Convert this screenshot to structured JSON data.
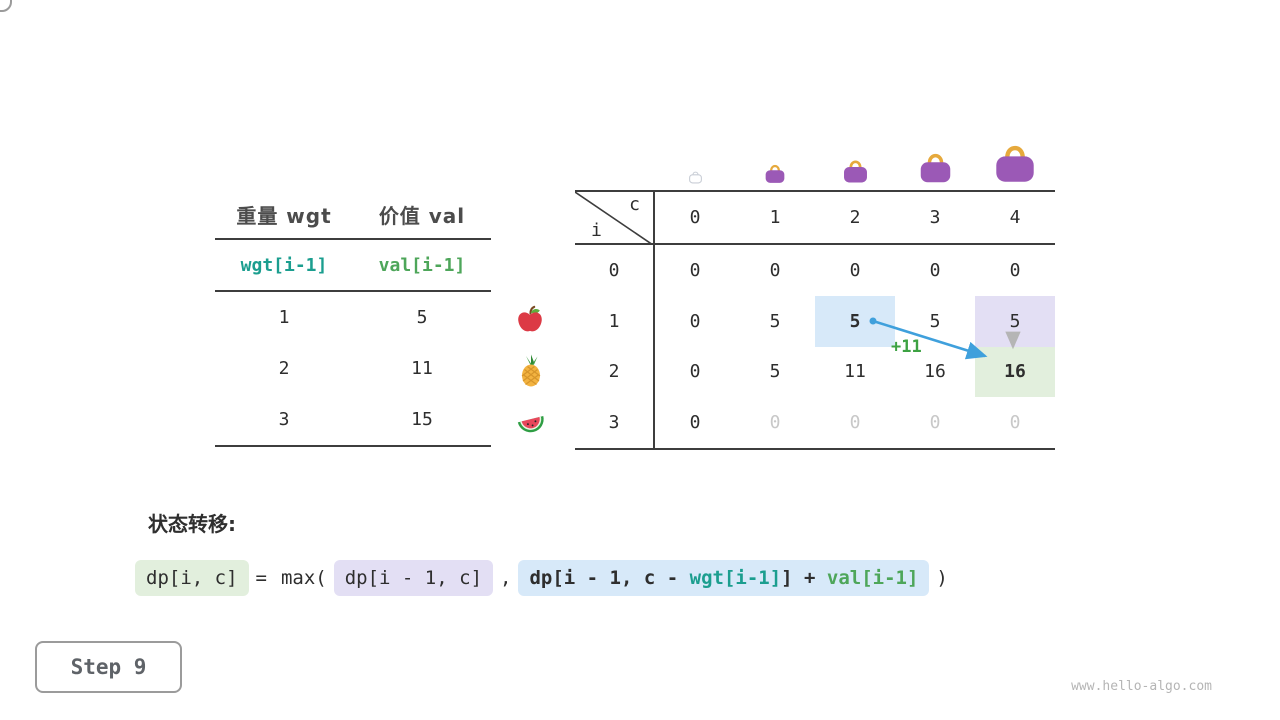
{
  "page": {
    "step_label": "Step 9",
    "watermark": "www.hello-algo.com"
  },
  "items_table": {
    "col1_header": "重量 wgt",
    "col2_header": "价值 val",
    "index_wgt": "wgt[i-1]",
    "index_val": "val[i-1]",
    "rows": [
      {
        "wgt": "1",
        "val": "5",
        "fruit": "apple-icon"
      },
      {
        "wgt": "2",
        "val": "11",
        "fruit": "pineapple-icon"
      },
      {
        "wgt": "3",
        "val": "15",
        "fruit": "watermelon-icon"
      }
    ]
  },
  "dp_table": {
    "corner_col": "c",
    "corner_row": "i",
    "col_headers": [
      "0",
      "1",
      "2",
      "3",
      "4"
    ],
    "row_headers": [
      "0",
      "1",
      "2",
      "3"
    ],
    "cells": [
      [
        "0",
        "0",
        "0",
        "0",
        "0"
      ],
      [
        "0",
        "5",
        "5",
        "5",
        "5"
      ],
      [
        "0",
        "5",
        "11",
        "16",
        "16"
      ],
      [
        "0",
        "0",
        "0",
        "0",
        "0"
      ]
    ],
    "arrow_label": "+11"
  },
  "formula": {
    "heading": "状态转移:",
    "lhs": "dp[i, c]",
    "equals": "=",
    "max_open": "max(",
    "arg1": "dp[i - 1, c]",
    "comma": ",",
    "arg2_prefix": "dp[i - 1, c - ",
    "arg2_wgt": "wgt[i-1]",
    "arg2_mid": "] + ",
    "arg2_val": "val[i-1]",
    "close_paren": ")"
  },
  "colors": {
    "highlight_blue": "#d7e9f9",
    "highlight_purple": "#e3dff4",
    "highlight_green": "#e2efdd",
    "wgt_color": "#1b9e8f",
    "val_color": "#4ea65a",
    "arrow_blue": "#3fa0dc",
    "plus_label_green": "#3da243",
    "bag_purple": "#9b59b6",
    "bag_handle_gold": "#e6a93c"
  }
}
